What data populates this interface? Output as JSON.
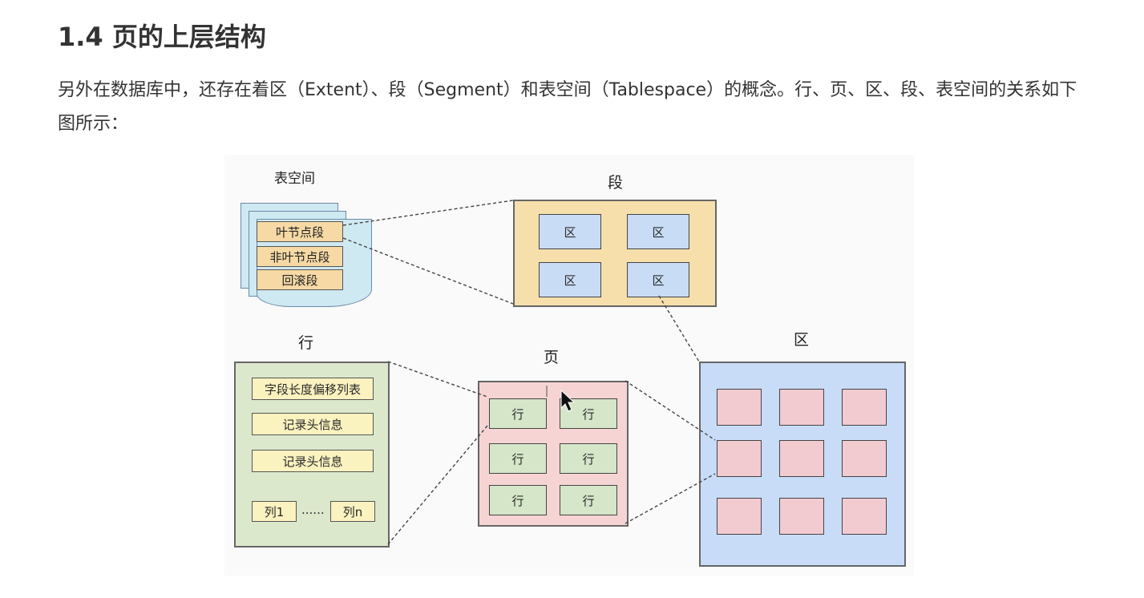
{
  "heading": "1.4 页的上层结构",
  "paragraph": "另外在数据库中，还存在着区（Extent）、段（Segment）和表空间（Tablespace）的概念。行、页、区、段、表空间的关系如下图所示：",
  "diagram": {
    "tablespace": {
      "title": "表空间",
      "segments": [
        "叶节点段",
        "非叶节点段",
        "回滚段"
      ]
    },
    "segment": {
      "title": "段",
      "extent_label": "区"
    },
    "row": {
      "title": "行",
      "fields": [
        "字段长度偏移列表",
        "记录头信息",
        "记录头信息"
      ],
      "col_first": "列1",
      "col_dots": "......",
      "col_last": "列n"
    },
    "page": {
      "title": "页",
      "row_label": "行"
    },
    "extent": {
      "title": "区"
    },
    "colors": {
      "segment_fill": "#f6dfab",
      "extent_fill": "#c8dcf8",
      "page_fill": "#f6d4d4",
      "row_fill": "#dce8cc",
      "tablespace_fill": "#cfe9f2"
    }
  }
}
